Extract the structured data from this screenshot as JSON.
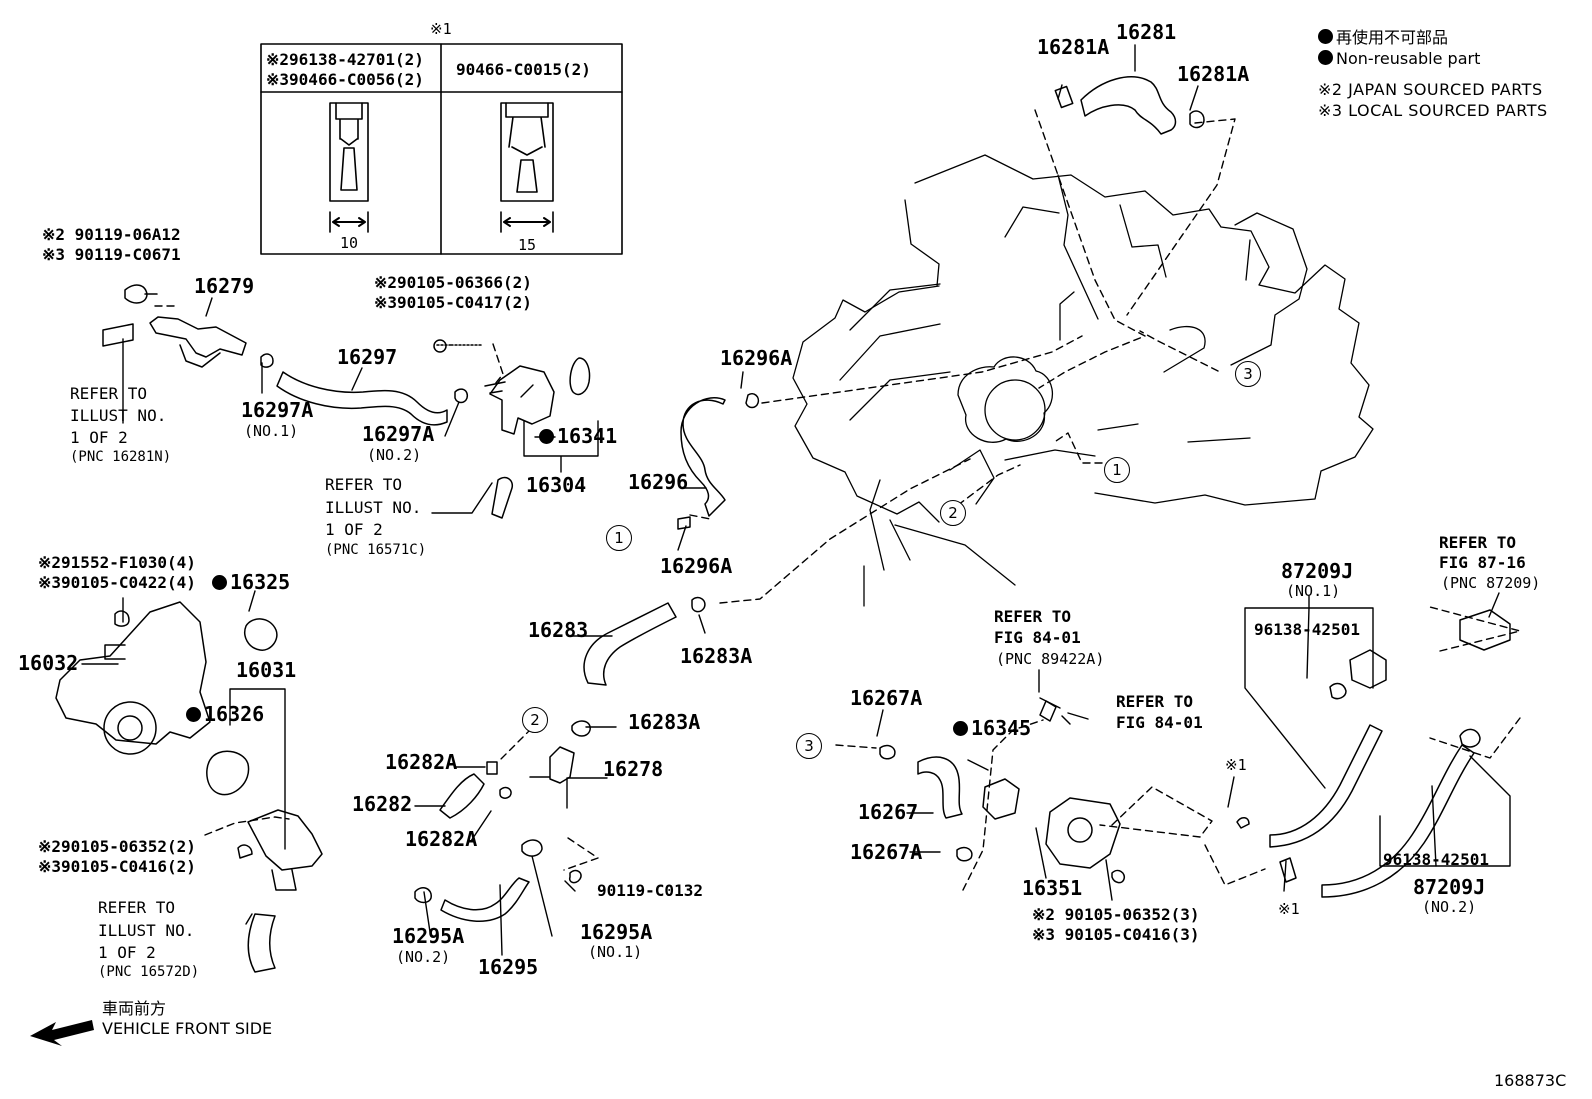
{
  "legend": {
    "non_reusable_ja": "再使用不可部品",
    "non_reusable_en": "Non-reusable part",
    "japan_sourced": "※2 JAPAN SOURCED PARTS",
    "local_sourced": "※3 LOCAL SOURCED PARTS"
  },
  "inset": {
    "marker": "※1",
    "left_part_1": "※296138-42701(2)",
    "left_part_2": "※390466-C0056(2)",
    "right_part": "90466-C0015(2)",
    "left_dim": "10",
    "right_dim": "15"
  },
  "labels": {
    "l16281A_top": "16281A",
    "l16281": "16281",
    "l16281A_right": "16281A",
    "bolt_j": "※2 90119-06A12",
    "bolt_l": "※3 90119-C0671",
    "l16279": "16279",
    "refer_a_1": "REFER TO",
    "refer_a_2": "ILLUST NO.",
    "refer_a_3": "1 OF 2",
    "refer_a_4": "(PNC 16281N)",
    "l16297A_no1": "16297A",
    "no1_a": "(NO.1)",
    "l16297": "16297",
    "bolt2_j": "※290105-06366(2)",
    "bolt2_l": "※390105-C0417(2)",
    "l16297A_no2": "16297A",
    "no2_a": "(NO.2)",
    "l16341": "16341",
    "l16304": "16304",
    "refer_b_1": "REFER TO",
    "refer_b_2": "ILLUST NO.",
    "refer_b_3": "1 OF 2",
    "refer_b_4": "(PNC 16571C)",
    "l16296A_top": "16296A",
    "l16296": "16296",
    "l16296A_bottom": "16296A",
    "bolt3_j": "※291552-F1030(4)",
    "bolt3_l": "※390105-C0422(4)",
    "l16325": "16325",
    "l16032": "16032",
    "l16031": "16031",
    "l16326": "16326",
    "l16283": "16283",
    "l16283A_top": "16283A",
    "l16283A_mid": "16283A",
    "l16282A_top": "16282A",
    "l16278": "16278",
    "l16282": "16282",
    "l16282A_bottom": "16282A",
    "bolt4_j": "※290105-06352(2)",
    "bolt4_l": "※390105-C0416(2)",
    "refer_c_1": "REFER TO",
    "refer_c_2": "ILLUST NO.",
    "refer_c_3": "1 OF 2",
    "refer_c_4": "(PNC 16572D)",
    "bolt5": "90119-C0132",
    "l16295A_no2": "16295A",
    "no2_b": "(NO.2)",
    "l16295": "16295",
    "l16295A_no1": "16295A",
    "no1_b": "(NO.1)",
    "front_ja": "車両前方",
    "front_en": "VEHICLE FRONT SIDE",
    "refer_d_1": "REFER TO",
    "refer_d_2": "FIG 84-01",
    "refer_d_3": "(PNC 89422A)",
    "refer_e_1": "REFER TO",
    "refer_e_2": "FIG 84-01",
    "l16267A_top": "16267A",
    "l16345": "16345",
    "l16267": "16267",
    "l16267A_bottom": "16267A",
    "l16351": "16351",
    "bolt6_j": "※2 90105-06352(3)",
    "bolt6_l": "※3 90105-C0416(3)",
    "l87209J_top": "87209J",
    "no1_c": "(NO.1)",
    "l96138_top": "96138-42501",
    "refer_f_1": "REFER TO",
    "refer_f_2": "FIG 87-16",
    "refer_f_3": "(PNC 87209)",
    "mark1_top": "※1",
    "mark1_bottom": "※1",
    "l96138_bottom": "96138-42501",
    "l87209J_bottom": "87209J",
    "no2_c": "(NO.2)",
    "circle_1": "1",
    "circle_2": "2",
    "circle_3": "3",
    "code": "168873C"
  }
}
